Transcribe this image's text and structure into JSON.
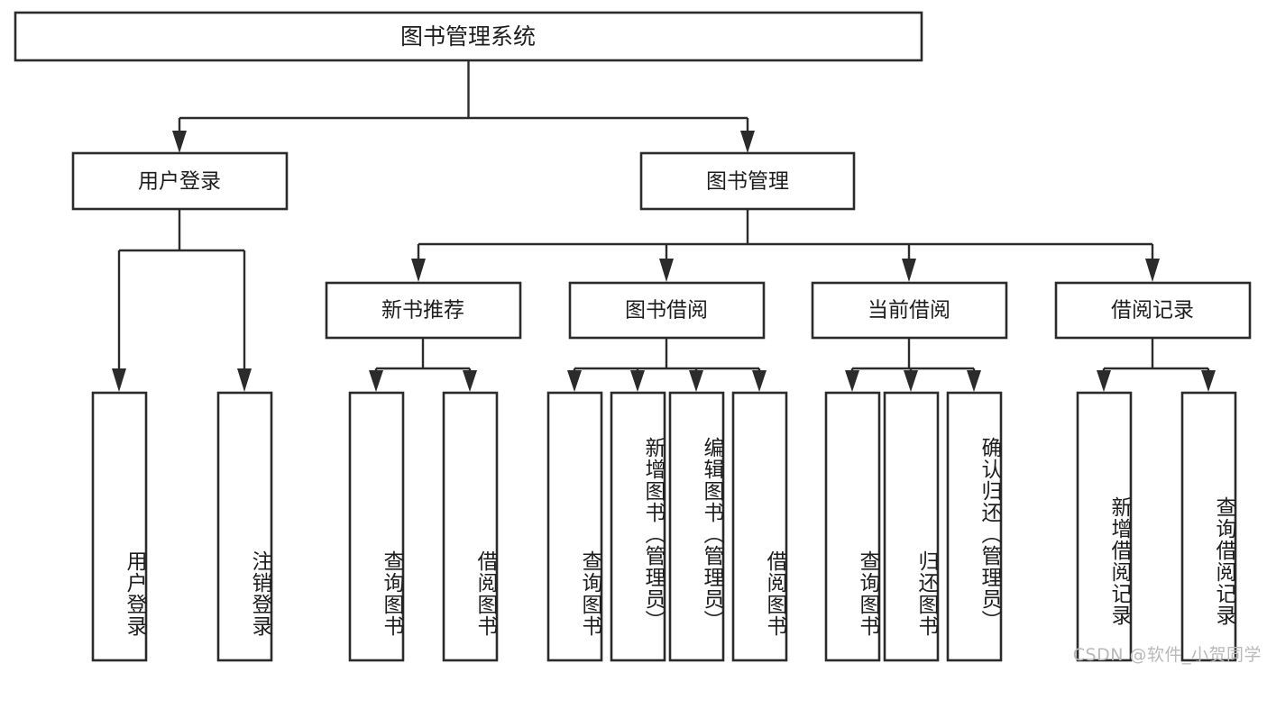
{
  "diagram": {
    "title": "图书管理系统",
    "type": "tree-hierarchy",
    "watermark": "CSDN @软件_小贺同学",
    "colors": {
      "box_stroke": "#2b2b2b",
      "box_fill": "#ffffff",
      "text": "#1d1d1d",
      "connector": "#2b2b2b",
      "watermark": "#b9b9b9",
      "background": "#ffffff"
    },
    "root": {
      "id": "root",
      "label": "图书管理系统"
    },
    "level2": [
      {
        "id": "user-login",
        "label": "用户登录"
      },
      {
        "id": "book-management",
        "label": "图书管理"
      }
    ],
    "level3": [
      {
        "id": "new-book-recommend",
        "label": "新书推荐",
        "parent": "book-management"
      },
      {
        "id": "book-borrow",
        "label": "图书借阅",
        "parent": "book-management"
      },
      {
        "id": "current-borrow",
        "label": "当前借阅",
        "parent": "book-management"
      },
      {
        "id": "borrow-record",
        "label": "借阅记录",
        "parent": "book-management"
      }
    ],
    "leaves": [
      {
        "id": "leaf-user-login",
        "label": "用户登录",
        "parent": "user-login"
      },
      {
        "id": "leaf-logout-login",
        "label": "注销登录",
        "parent": "user-login"
      },
      {
        "id": "leaf-query-book-1",
        "label": "查询图书",
        "parent": "new-book-recommend"
      },
      {
        "id": "leaf-borrow-book-1",
        "label": "借阅图书",
        "parent": "new-book-recommend"
      },
      {
        "id": "leaf-query-book-2",
        "label": "查询图书",
        "parent": "book-borrow"
      },
      {
        "id": "leaf-add-book-admin",
        "label": "新增图书（管理员）",
        "parent": "book-borrow"
      },
      {
        "id": "leaf-edit-book-admin",
        "label": "编辑图书（管理员）",
        "parent": "book-borrow"
      },
      {
        "id": "leaf-borrow-book-2",
        "label": "借阅图书",
        "parent": "book-borrow"
      },
      {
        "id": "leaf-query-book-3",
        "label": "查询图书",
        "parent": "current-borrow"
      },
      {
        "id": "leaf-return-book",
        "label": "归还图书",
        "parent": "current-borrow"
      },
      {
        "id": "leaf-confirm-return-admin",
        "label": "确认归还（管理员）",
        "parent": "current-borrow"
      },
      {
        "id": "leaf-add-borrow-record",
        "label": "新增借阅记录",
        "parent": "borrow-record"
      },
      {
        "id": "leaf-query-borrow-record",
        "label": "查询借阅记录",
        "parent": "borrow-record"
      }
    ]
  }
}
